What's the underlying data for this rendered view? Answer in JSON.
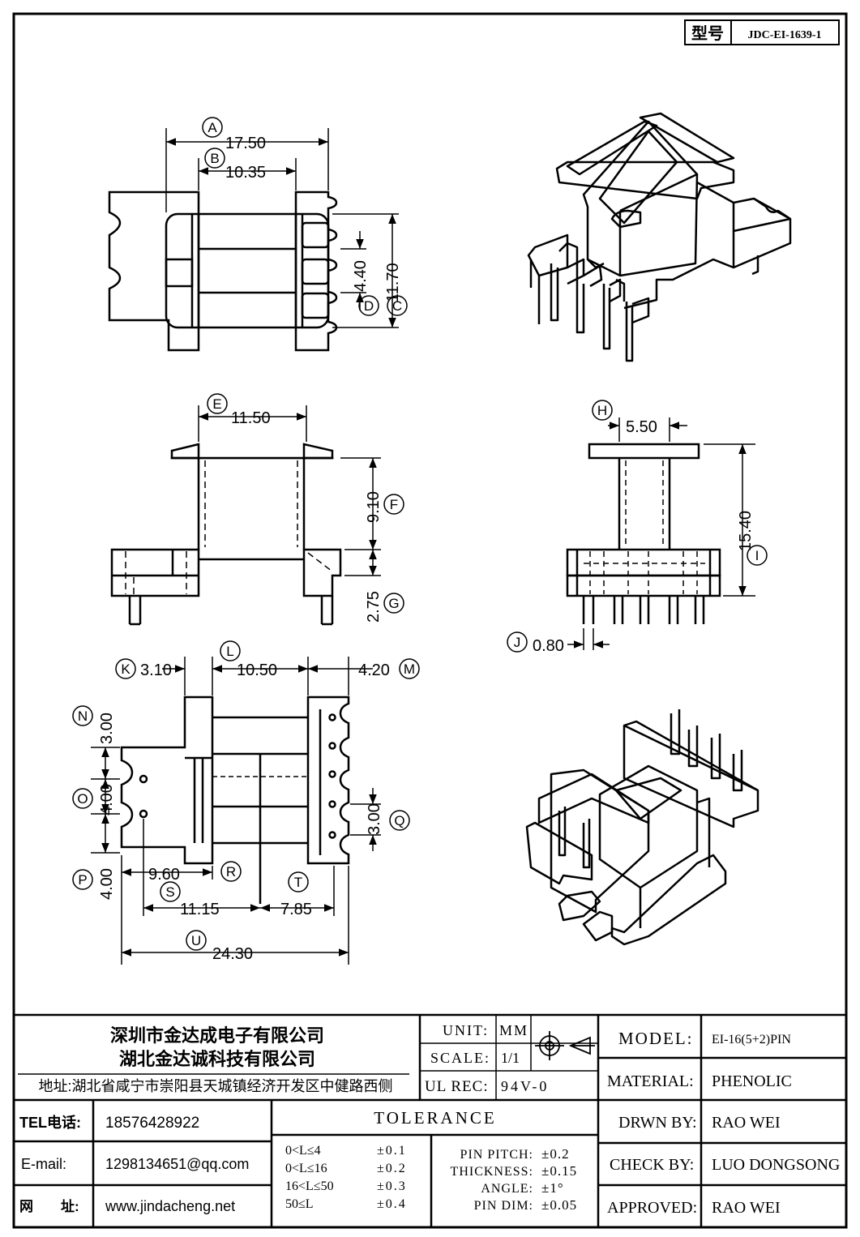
{
  "model_box": {
    "label": "型号",
    "value": "JDC-EI-1639-1"
  },
  "dimensions": {
    "A": "17.50",
    "B": "10.35",
    "C": "11.70",
    "D": "4.40",
    "E": "11.50",
    "F": "9.10",
    "G": "2.75",
    "H": "5.50",
    "I": "15.40",
    "J": "0.80",
    "K": "3.10",
    "L": "10.50",
    "M": "4.20",
    "N": "3.00",
    "O": "4.00",
    "P": "4.00",
    "Q": "3.00",
    "R": "9.60",
    "S": "11.15",
    "T": "7.85",
    "U": "24.30"
  },
  "circle_labels": [
    "A",
    "B",
    "C",
    "D",
    "E",
    "F",
    "G",
    "H",
    "I",
    "J",
    "K",
    "L",
    "M",
    "N",
    "O",
    "P",
    "Q",
    "R",
    "S",
    "T",
    "U"
  ],
  "company": {
    "name1": "深圳市金达成电子有限公司",
    "name2": "湖北金达诚科技有限公司",
    "address": "地址:湖北省咸宁市崇阳县天城镇经济开发区中健路西侧",
    "tel_label": "TEL电话:",
    "tel": "18576428922",
    "email_label": "E-mail:",
    "email": "1298134651@qq.com",
    "web_label": "网　　址:",
    "web": "www.jindacheng.net"
  },
  "spec": {
    "unit_label": "UNIT:",
    "unit": "MM",
    "scale_label": "SCALE:",
    "scale": "1/1",
    "ulrec_label": "UL REC:",
    "ulrec": "94V-0"
  },
  "tolerance": {
    "title": "TOLERANCE",
    "rows": [
      {
        "range": "0<L≤4",
        "value": "±0.1"
      },
      {
        "range": "0<L≤16",
        "value": "±0.2"
      },
      {
        "range": "16<L≤50",
        "value": "±0.3"
      },
      {
        "range": "50≤L",
        "value": "±0.4"
      }
    ],
    "extra": [
      {
        "label": "PIN PITCH:",
        "value": "±0.2"
      },
      {
        "label": "THICKNESS:",
        "value": "±0.15"
      },
      {
        "label": "ANGLE:",
        "value": "±1°"
      },
      {
        "label": "PIN DIM:",
        "value": "±0.05"
      }
    ]
  },
  "info": {
    "model_label": "MODEL:",
    "model": "EI-16(5+2)PIN",
    "material_label": "MATERIAL:",
    "material": "PHENOLIC",
    "drawn_label": "DRWN BY:",
    "drawn": "RAO WEI",
    "check_label": "CHECK BY:",
    "check": "LUO DONGSONG",
    "approved_label": "APPROVED:",
    "approved": "RAO WEI"
  }
}
